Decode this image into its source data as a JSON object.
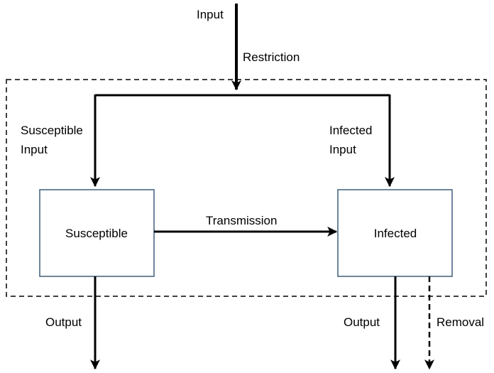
{
  "diagram": {
    "labels": {
      "input": "Input",
      "restriction": "Restriction",
      "susceptible_input": [
        "Susceptible",
        "Input"
      ],
      "infected_input": [
        "Infected",
        "Input"
      ],
      "transmission": "Transmission",
      "output_left": "Output",
      "output_right": "Output",
      "removal": "Removal"
    },
    "boxes": {
      "susceptible": "Susceptible",
      "infected": "Infected"
    },
    "colors": {
      "box_border": "#3f5e7a",
      "line": "#000000",
      "background": "#ffffff"
    }
  }
}
